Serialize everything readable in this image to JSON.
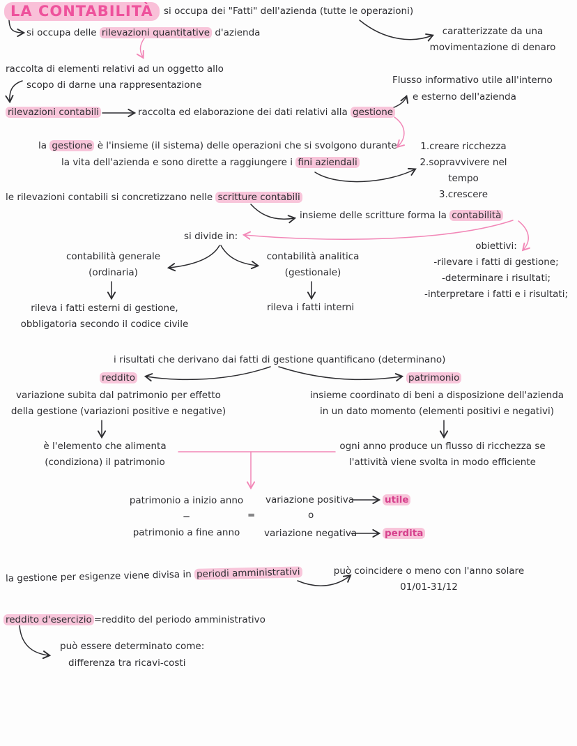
{
  "palette": {
    "ink": "#2d2d31",
    "marker_pink": "#ee529c",
    "arrow_pink": "#f287b7",
    "highlight": "#f8c5da"
  },
  "title": "LA CONTABILITÀ",
  "nodes": {
    "fatti": "si occupa dei \"Fatti\" dell'azienda (tutte le operazioni)",
    "rilev_quant": {
      "pre": "si occupa delle ",
      "hl": "rilevazioni quantitative",
      "post": " d'azienda"
    },
    "caratterizzate": {
      "l1": "caratterizzate da una",
      "l2": "movimentazione di denaro"
    },
    "raccolta": {
      "l1": "raccolta di elementi relativi ad un oggetto allo",
      "l2": "scopo di darne una rappresentazione"
    },
    "flusso": {
      "l1": "Flusso informativo utile all'interno",
      "l2": "e esterno dell'azienda"
    },
    "rilev_cont": "rilevazioni contabili",
    "raccolta_dati": {
      "pre": "raccolta ed elaborazione dei dati relativi alla ",
      "hl": "gestione"
    },
    "gestione_def": {
      "l1pre": "la ",
      "l1hl": "gestione",
      "l1post": " è l'insieme (il sistema) delle operazioni che si svolgono durante",
      "l2pre": "la vita dell'azienda e sono dirette a raggiungere i ",
      "l2hl": "fini aziendali"
    },
    "fini": [
      "1.creare ricchezza",
      "2.sopravvivere nel tempo",
      "3.crescere"
    ],
    "scritture": {
      "pre": "le rilevazioni contabili si concretizzano nelle ",
      "hl": "scritture contabili"
    },
    "insieme": {
      "pre": "insieme delle scritture forma la ",
      "hl": "contabilità"
    },
    "si_divide": "si divide in:",
    "cg": {
      "l1": "contabilità generale",
      "l2": "(ordinaria)"
    },
    "ca": {
      "l1": "contabilità analitica",
      "l2": "(gestionale)"
    },
    "cg_desc": {
      "l1": "rileva i fatti esterni di gestione,",
      "l2": "obbligatoria secondo il codice civile"
    },
    "ca_desc": "rileva i fatti interni",
    "obiettivi": {
      "title": "obiettivi:",
      "items": [
        "-rilevare i fatti di gestione;",
        "-determinare i risultati;",
        "-interpretare i fatti e i risultati;"
      ]
    },
    "risultati": "i risultati che derivano dai fatti di gestione quantificano (determinano)",
    "reddito": "reddito",
    "patrimonio": "patrimonio",
    "reddito_def": {
      "l1": "variazione subita dal patrimonio per effetto",
      "l2": "della gestione (variazioni positive e negative)"
    },
    "patrimonio_def": {
      "l1": "insieme coordinato di beni a disposizione dell'azienda",
      "l2": "in un dato momento (elementi positivi e negativi)"
    },
    "alimenta": {
      "l1": "è l'elemento che alimenta",
      "l2": "(condiziona) il patrimonio"
    },
    "flusso_ricchezza": {
      "l1": "ogni anno produce un flusso di ricchezza se",
      "l2": "l'attività viene svolta in modo efficiente"
    },
    "equation": {
      "left1": "patrimonio a inizio anno",
      "minus": "−",
      "left2": "patrimonio a fine anno",
      "equals": "=",
      "pos": "variazione positiva",
      "utile": "utile",
      "or": "o",
      "neg": "variazione negativa",
      "perdita": "perdita"
    },
    "periodi": {
      "pre": "la gestione per esigenze viene divisa in ",
      "hl": "periodi amministrativi"
    },
    "anno_solare": {
      "l1": "può coincidere o meno con l'anno solare",
      "l2": "01/01-31/12"
    },
    "esercizio": {
      "hl": "reddito d'esercizio",
      "post": "=reddito del periodo amministrativo"
    },
    "determinato": {
      "l1": "può essere determinato come:",
      "l2": "differenza tra ricavi-costi"
    }
  }
}
